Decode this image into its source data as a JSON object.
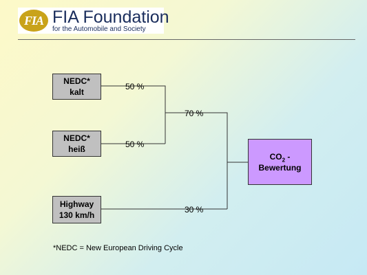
{
  "logo": {
    "mark": "FIA",
    "title": "FIA Foundation",
    "subtitle": "for the Automobile and Society"
  },
  "boxes": {
    "nedc_cold": {
      "line1": "NEDC*",
      "line2": "kalt"
    },
    "nedc_hot": {
      "line1": "NEDC*",
      "line2": "heiß"
    },
    "highway": {
      "line1": "Highway",
      "line2": "130 km/h"
    },
    "result": {
      "co": "CO",
      "sub": "2",
      "suffix": " -",
      "line2": "Bewertung"
    }
  },
  "percentages": {
    "cold": "50 %",
    "hot": "50 %",
    "nedc_total": "70 %",
    "highway": "30 %"
  },
  "footnote": "*NEDC = New European Driving Cycle",
  "colors": {
    "gray_box": "#c0c0c0",
    "result_box": "#cc99ff",
    "logo_mark": "#c9a31a",
    "brand_text": "#1a2d5c"
  }
}
